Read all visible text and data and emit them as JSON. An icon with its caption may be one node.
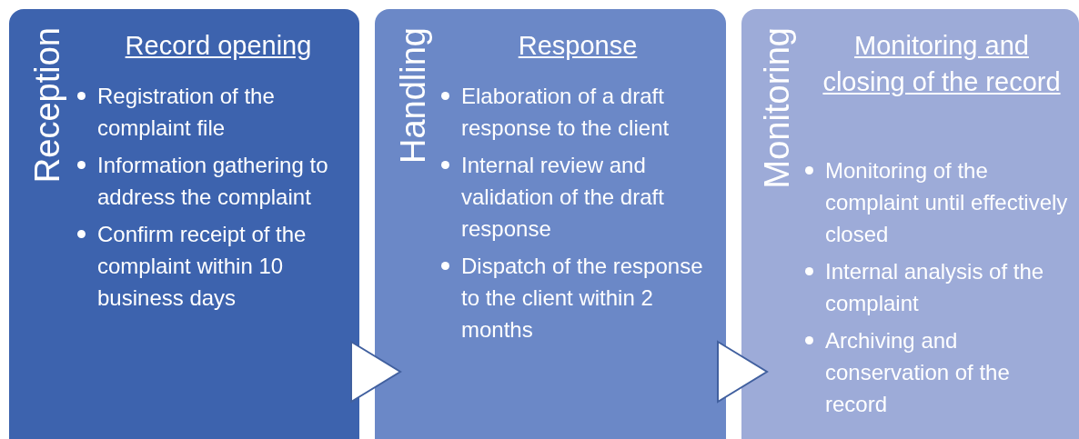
{
  "diagram": {
    "nodes": [
      {
        "text": [
          "Reception",
          "Record opening",
          "Registration of the complaint file",
          "Information gathering to address the complaint",
          "Confirm receipt of the complaint within 10 business days"
        ]
      },
      {
        "text": [
          "Handling",
          "Response",
          "Elaboration of a draft response to the client",
          "Internal review and validation of the draft response",
          "Dispatch of the response to the client within 2 months"
        ]
      },
      {
        "text": [
          "Monitoring",
          "Monitoring and closing of the record",
          "Monitoring of the complaint until effectively closed",
          "Internal analysis of the complaint",
          "Archiving and conservation of the record"
        ]
      }
    ],
    "edges": [
      {
        "from": 0,
        "to": 1,
        "arrow": "to"
      },
      {
        "from": 1,
        "to": 2,
        "arrow": "to"
      }
    ]
  }
}
